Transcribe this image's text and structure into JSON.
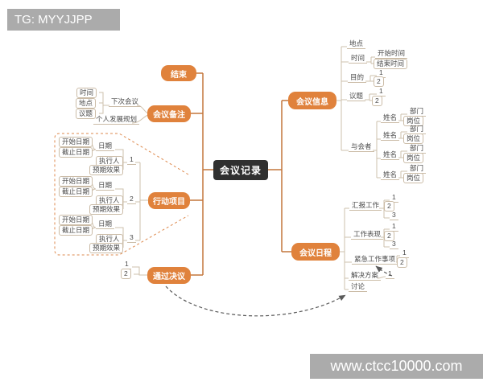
{
  "watermarks": {
    "top_left": "TG: MYYJJPP",
    "bottom_right": "www.ctcc10000.com"
  },
  "root": {
    "label": "会议记录"
  },
  "branches": {
    "end": {
      "label": "结束"
    },
    "meeting_notes": {
      "label": "会议备注"
    },
    "action_items": {
      "label": "行动项目"
    },
    "resolutions": {
      "label": "通过决议"
    },
    "meeting_info": {
      "label": "会议信息"
    },
    "meeting_agenda": {
      "label": "会议日程"
    }
  },
  "labels": {
    "time": "时间",
    "place": "地点",
    "topic": "议题",
    "next_meeting": "下次会议",
    "personal_plan": "个人发展规划",
    "start_date": "开始日期",
    "deadline": "截止日期",
    "date": "日期",
    "executor": "执行人",
    "expected_effect": "预期效果",
    "start_time": "开始时间",
    "end_time": "结束时间",
    "purpose": "目的",
    "attendees": "与会者",
    "name": "姓名",
    "department": "部门",
    "position": "岗位",
    "report_work": "汇报工作",
    "work_performance": "工作表现",
    "urgent_items": "紧急工作事项",
    "solution": "解决方案",
    "discussion": "讨论",
    "n1": "1",
    "n2": "2",
    "n3": "3"
  },
  "action_group_numbers": [
    "1",
    "2",
    "3"
  ],
  "relations": [
    {
      "from": "通过决议",
      "to": "讨论",
      "style": "dashed-arrow"
    },
    {
      "from": "解决方案",
      "to": "紧急工作事项",
      "style": "dashed-arrow"
    }
  ],
  "colors": {
    "branch_fill": "#E0823C",
    "root_fill": "#303030",
    "main_line": "#C4763C",
    "sub_line": "#CEC0AC",
    "dashed_border": "#DE8A4E",
    "arrow": "#5A5A5A",
    "watermark_bg": "#ABABAB"
  }
}
